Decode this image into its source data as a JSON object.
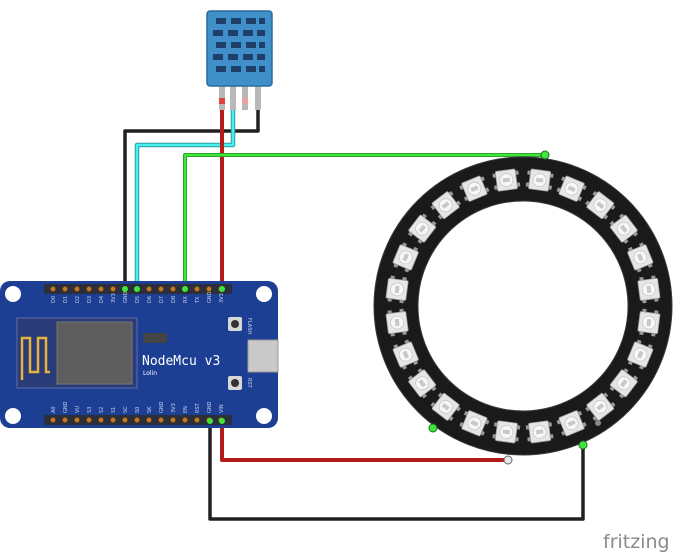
{
  "board": {
    "name": "NodeMcu v3",
    "vendor": "Lolin",
    "flash_label": "FLASH",
    "reset_label": "RST",
    "top_pins": [
      "D0",
      "D1",
      "D2",
      "D3",
      "D4",
      "3V3",
      "GND",
      "D5",
      "D6",
      "D7",
      "D8",
      "RX",
      "TX",
      "GND",
      "3V3"
    ],
    "bottom_pins": [
      "A0",
      "GND",
      "VU",
      "S3",
      "S2",
      "S1",
      "SC",
      "S0",
      "SK",
      "GND",
      "3V3",
      "EN",
      "RST",
      "GND",
      "VIN"
    ]
  },
  "ring": {
    "led_count": 24
  },
  "watermark": "fritzing",
  "colors": {
    "board": "#1c3f94",
    "ring": "#1a1a1a",
    "sensor": "#3f8fc9",
    "wire_power": "#d0201c",
    "wire_ground": "#1e1e1e",
    "wire_data": "#3ddc3d",
    "wire_sensor": "#3ee8e8"
  }
}
